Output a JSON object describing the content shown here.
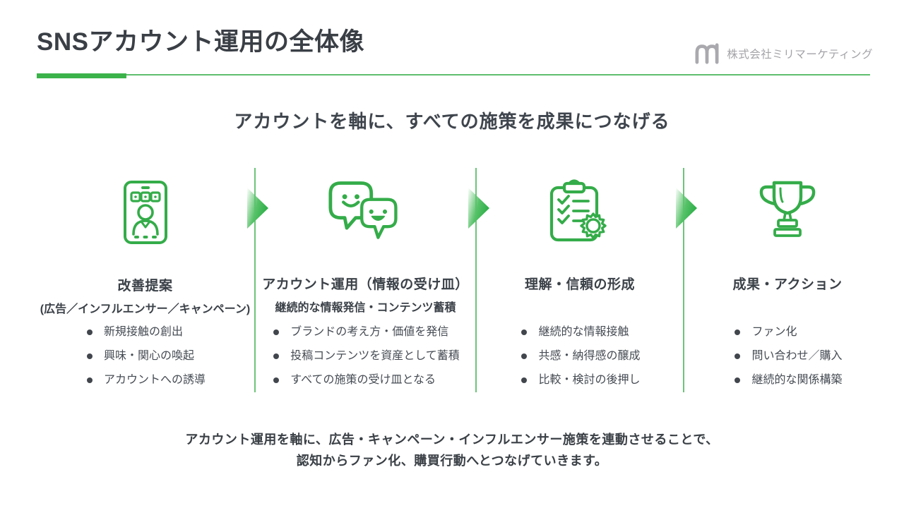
{
  "header": {
    "title": "SNSアカウント運用の全体像",
    "company": "株式会社ミリマーケティング"
  },
  "subtitle": "アカウントを軸に、すべての施策を成果につなげる",
  "columns": [
    {
      "icon": "tablet-person-icon",
      "title": "改善提案",
      "subtitle": "(広告／インフルエンサー／キャンペーン)",
      "bullets": [
        "新規接触の創出",
        "興味・関心の喚起",
        "アカウントへの誘導"
      ]
    },
    {
      "icon": "chat-bubbles-icon",
      "title": "アカウント運用（情報の受け皿）",
      "subtitle": "継続的な情報発信・コンテンツ蓄積",
      "bullets": [
        "ブランドの考え方・価値を発信",
        "投稿コンテンツを資産として蓄積",
        "すべての施策の受け皿となる"
      ]
    },
    {
      "icon": "clipboard-check-icon",
      "title": "理解・信頼の形成",
      "subtitle": "",
      "bullets": [
        "継続的な情報接触",
        "共感・納得感の醸成",
        "比較・検討の後押し"
      ]
    },
    {
      "icon": "trophy-icon",
      "title": "成果・アクション",
      "subtitle": "",
      "bullets": [
        "ファン化",
        "問い合わせ／購入",
        "継続的な関係構築"
      ]
    }
  ],
  "footer": {
    "line1": "アカウント運用を軸に、広告・キャンペーン・インフルエンサー施策を連動させることで、",
    "line2": "認知からファン化、購買行動へとつなげていきます。"
  },
  "colors": {
    "accent_green": "#3cb34a",
    "icon_green": "#34ac49",
    "separator_green": "#6cc47a",
    "dark_text": "#3b4148",
    "logo_gray": "#a3a3a8"
  }
}
